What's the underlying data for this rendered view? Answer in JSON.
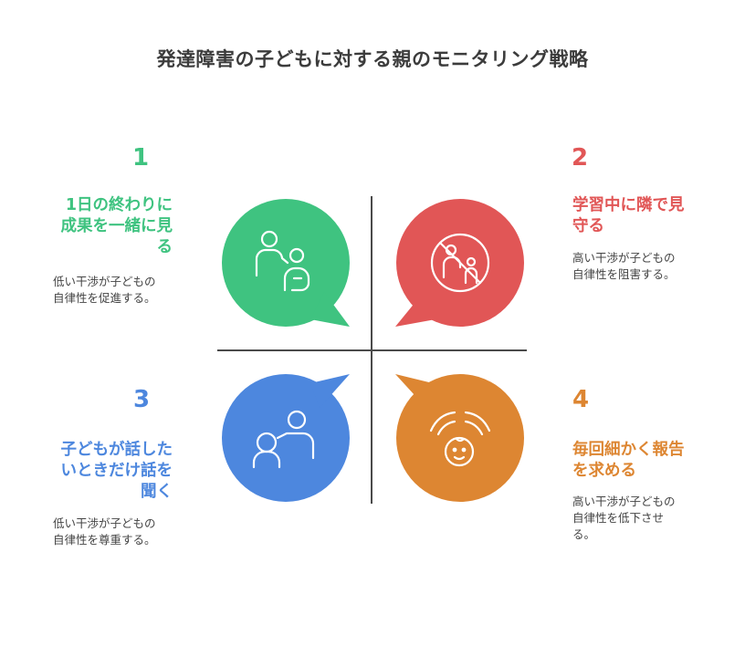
{
  "title": "発達障害の子どもに対する親のモニタリング戦略",
  "colors": {
    "green": "#3fc380",
    "red": "#e15656",
    "blue": "#4d87de",
    "orange": "#dd8632",
    "axis": "#4a4a4a"
  },
  "quadrants": [
    {
      "number": "1",
      "heading_lines": [
        "1日の終わりに",
        "成果を一緒に見",
        "る"
      ],
      "desc_lines": [
        "低い干渉が子どもの",
        "自律性を促進する。"
      ],
      "icon": "parent-child-icon"
    },
    {
      "number": "2",
      "heading_lines": [
        "学習中に隣で見",
        "守る"
      ],
      "desc_lines": [
        "高い干渉が子どもの",
        "自律性を阻害する。"
      ],
      "icon": "no-hovering-icon"
    },
    {
      "number": "3",
      "heading_lines": [
        "子どもが話した",
        "いときだけ話を",
        "聞く"
      ],
      "desc_lines": [
        "低い干渉が子どもの",
        "自律性を尊重する。"
      ],
      "icon": "listening-icon"
    },
    {
      "number": "4",
      "heading_lines": [
        "毎回細かく報告",
        "を求める"
      ],
      "desc_lines": [
        "高い干渉が子どもの",
        "自律性を低下させ",
        "る。"
      ],
      "icon": "hands-over-child-icon"
    }
  ]
}
